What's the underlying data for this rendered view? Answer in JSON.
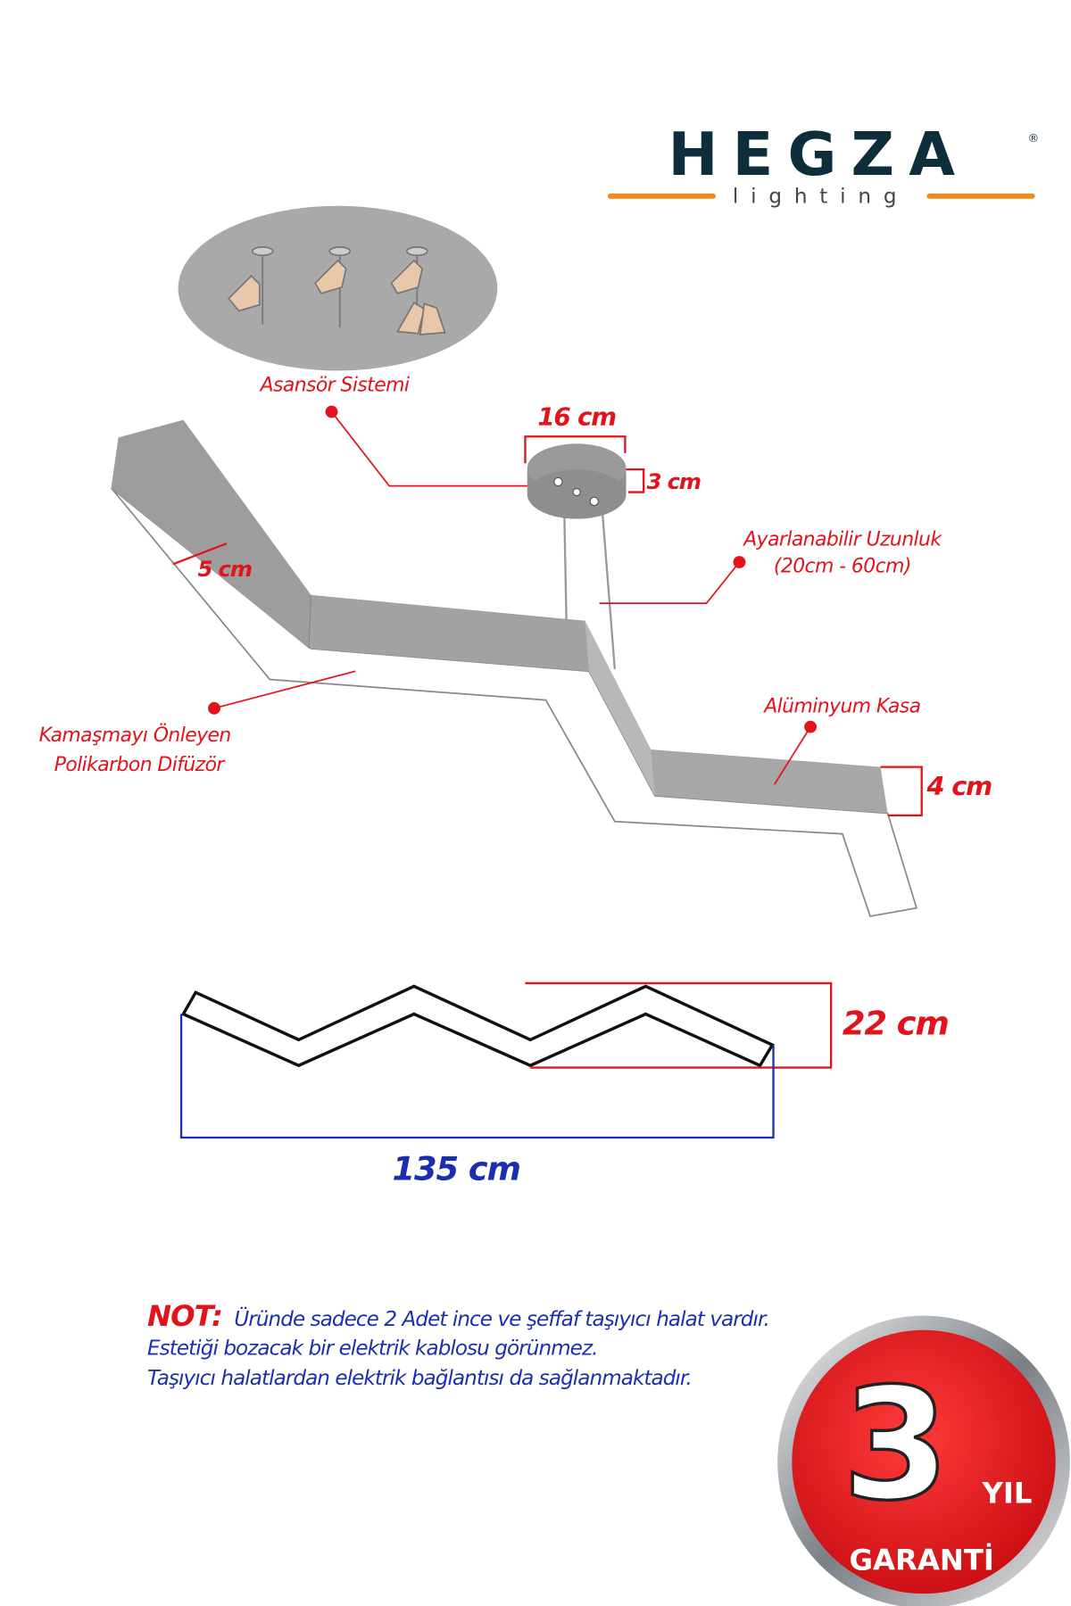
{
  "logo": {
    "brand": "HEGZA",
    "sub": "lighting",
    "registered": "®",
    "colors": {
      "dark": "#0e2e3b",
      "accent": "#ee8a1a"
    }
  },
  "labels": {
    "lift_system": "Asansör Sistemi",
    "canopy_diameter": "16 cm",
    "canopy_height": "3 cm",
    "adjustable_length": "Ayarlanabilir Uzunluk",
    "adjustable_range": "(20cm - 60cm)",
    "width": "5 cm",
    "diffuser_line1": "Kamaşmayı Önleyen",
    "diffuser_line2": "Polikarbon Difüzör",
    "case": "Alüminyum Kasa",
    "profile_height": "4 cm",
    "zigzag_height": "22 cm",
    "total_length": "135 cm"
  },
  "note": {
    "prefix": "NOT:",
    "line1": "Üründe sadece 2 Adet ince ve şeffaf taşıyıcı halat vardır.",
    "line2": "Estetiği bozacak bir elektrik kablosu görünmez.",
    "line3": "Taşıyıcı halatlardan elektrik bağlantısı da sağlanmaktadır."
  },
  "badge": {
    "number": "3",
    "unit": "YIL",
    "text": "GARANTİ",
    "color": "#e3131b"
  },
  "colors": {
    "red": "#e3131b",
    "blue": "#1a2fb0",
    "gray": "#a7a7a7"
  }
}
